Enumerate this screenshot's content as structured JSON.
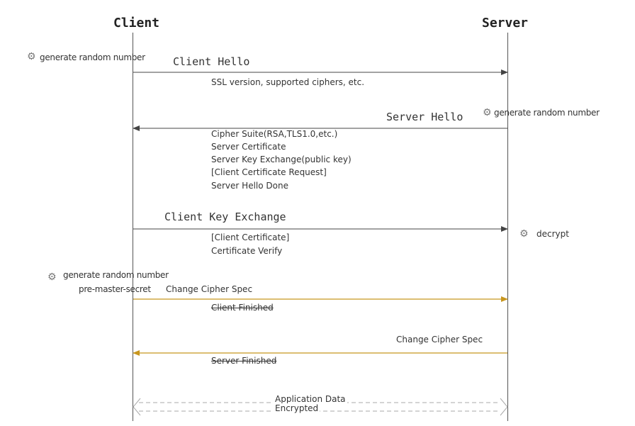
{
  "actors": {
    "client": "Client",
    "server": "Server"
  },
  "gear_icon_glyph": "⚙",
  "colors": {
    "request": "#444444",
    "change_cipher": "#c8961e",
    "encrypted": "#aaaaaa"
  },
  "messages": {
    "client_hello": "Client Hello",
    "client_hello_detail": "SSL version, supported ciphers, etc.",
    "server_hello": "Server Hello",
    "server_hello_details": [
      "Cipher Suite(RSA,TLS1.0,etc.)",
      "Server Certificate",
      "Server Key Exchange(public key)",
      "[Client Certificate Request]",
      "Server Hello Done"
    ],
    "client_key_exchange": "Client Key Exchange",
    "client_key_exchange_details": [
      "[Client Certificate]",
      "Certificate Verify"
    ],
    "client_change_cipher_spec": "Change Cipher Spec",
    "client_finished": "Client Finished",
    "server_change_cipher_spec": "Change Cipher Spec",
    "server_finished": "Server Finished",
    "application_data": "Application Data",
    "encrypted": "Encrypted"
  },
  "annotations": {
    "client_random_1": "generate random number",
    "server_random": "generate random number",
    "server_decrypt": "decrypt",
    "client_random_2": "generate random number",
    "pre_master_secret": "pre-master-secret"
  }
}
